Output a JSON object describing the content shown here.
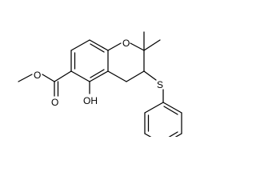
{
  "molecule": {
    "atoms": {
      "ring_oxygen": "O",
      "hydroxyl": "OH",
      "carbonyl_oxygen": "O",
      "ester_oxygen": "O",
      "sulfur": "S"
    }
  }
}
